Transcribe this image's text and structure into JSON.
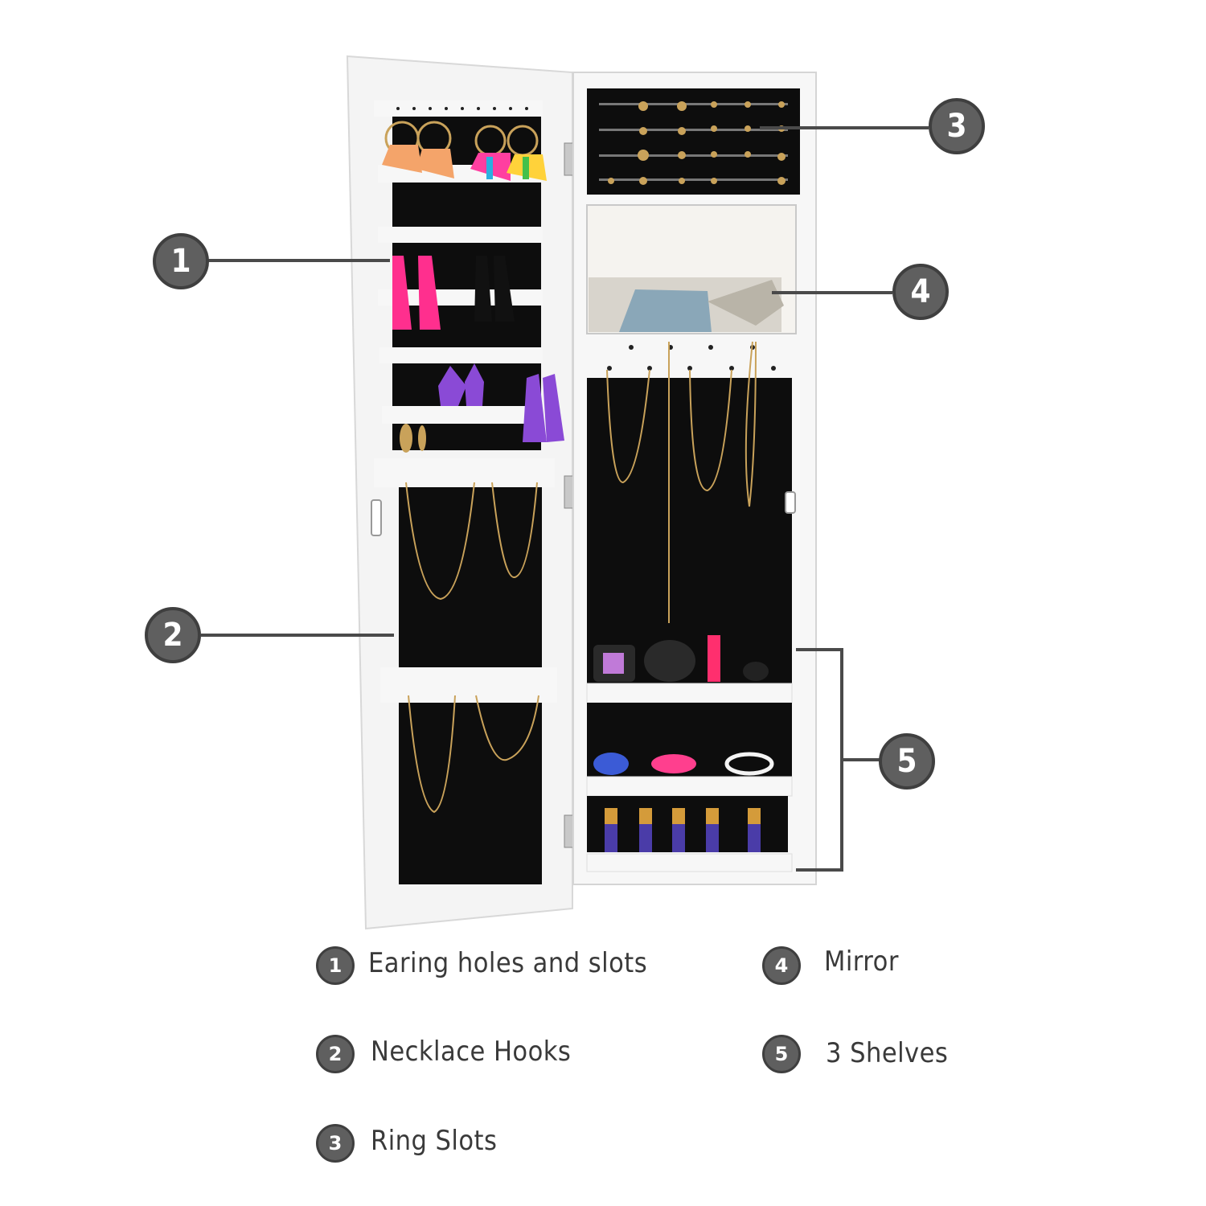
{
  "callouts": [
    {
      "number": "1"
    },
    {
      "number": "2"
    },
    {
      "number": "3"
    },
    {
      "number": "4"
    },
    {
      "number": "5"
    }
  ],
  "legend": [
    {
      "number": "1",
      "label": "Earing holes and slots"
    },
    {
      "number": "2",
      "label": "Necklace Hooks"
    },
    {
      "number": "3",
      "label": "Ring Slots"
    },
    {
      "number": "4",
      "label": "Mirror"
    },
    {
      "number": "5",
      "label": "3 Shelves"
    }
  ],
  "colors": {
    "cabinet_white": "#f7f7f7",
    "velvet_black": "#0d0d0d",
    "callout_grey": "#5f5f5f",
    "gold": "#c9a25a",
    "pink_tassel": "#ff2f8e",
    "purple_tassel": "#8a4ad6"
  }
}
